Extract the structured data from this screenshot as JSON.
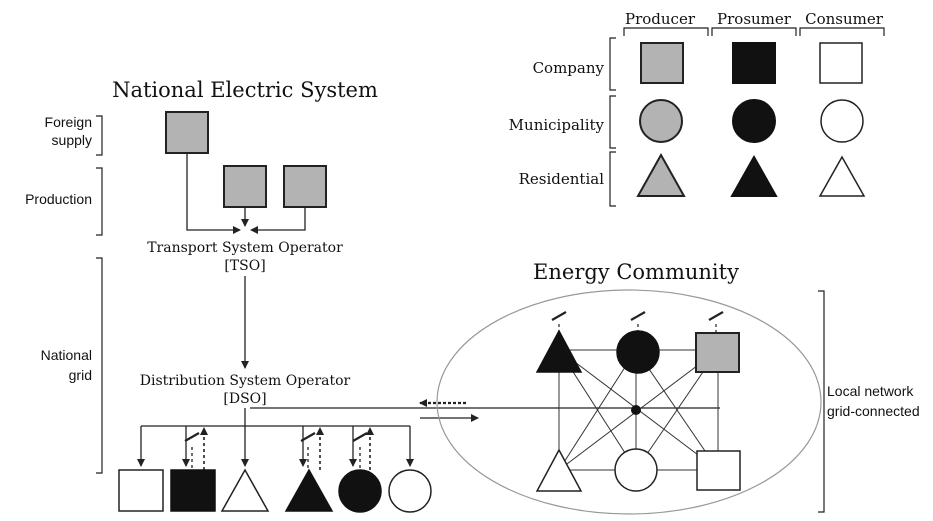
{
  "titles": {
    "national_system": "National Electric System",
    "energy_community": "Energy Community"
  },
  "legend": {
    "columns": [
      "Producer",
      "Prosumer",
      "Consumer"
    ],
    "rows": [
      "Company",
      "Municipality",
      "Residential"
    ]
  },
  "left_labels": {
    "foreign_supply_line1": "Foreign",
    "foreign_supply_line2": "supply",
    "production": "Production",
    "national_grid_line1": "National",
    "national_grid_line2": "grid"
  },
  "operators": {
    "tso_name": "Transport System Operator",
    "tso_abbr": "[TSO]",
    "dso_name": "Distribution System Operator",
    "dso_abbr": "[DSO]"
  },
  "right_labels": {
    "local_network_line1": "Local network",
    "local_network_line2": "grid-connected"
  },
  "colors": {
    "producer_fill": "#b3b3b3",
    "prosumer_fill": "#111111",
    "consumer_fill": "#ffffff",
    "line": "#222222",
    "ellipse_stroke": "#999999"
  }
}
